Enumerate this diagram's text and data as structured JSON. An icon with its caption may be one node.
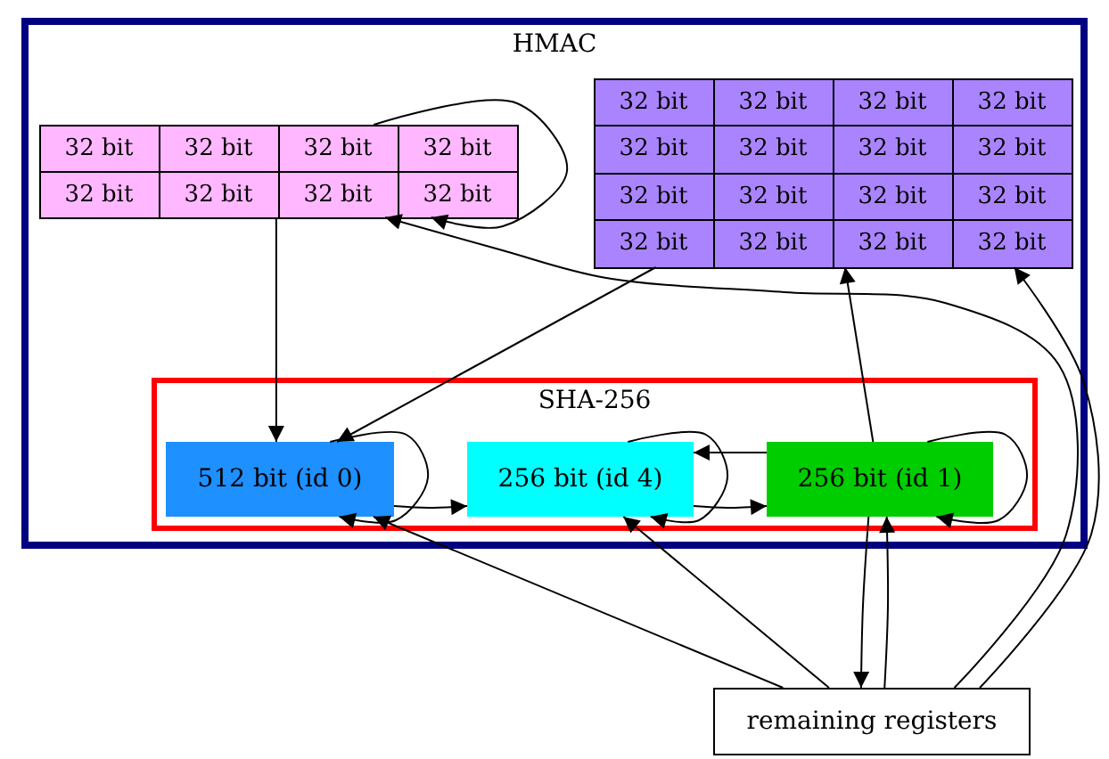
{
  "diagram": {
    "nodes": [
      {
        "text": [
          "HMAC"
        ]
      },
      {
        "text": [
          "32 bit",
          "32 bit",
          "32 bit",
          "32 bit",
          "32 bit",
          "32 bit",
          "32 bit",
          "32 bit"
        ],
        "in": 0
      },
      {
        "text": [
          "32 bit",
          "32 bit",
          "32 bit",
          "32 bit",
          "32 bit",
          "32 bit",
          "32 bit",
          "32 bit",
          "32 bit",
          "32 bit",
          "32 bit",
          "32 bit",
          "32 bit",
          "32 bit",
          "32 bit",
          "32 bit"
        ],
        "in": 0
      },
      {
        "text": [
          "SHA-256"
        ],
        "in": 0
      },
      {
        "text": [
          "512 bit (id 0)"
        ],
        "in": 3
      },
      {
        "text": [
          "256 bit (id 4)"
        ],
        "in": 3
      },
      {
        "text": [
          "256 bit (id 1)"
        ],
        "in": 3
      },
      {
        "text": [
          "remaining registers"
        ]
      }
    ],
    "edges": [
      {
        "from": 1,
        "to": 1,
        "arrow": "to"
      },
      {
        "from": 1,
        "to": 4,
        "arrow": "to"
      },
      {
        "from": 2,
        "to": 4,
        "arrow": "to"
      },
      {
        "from": 7,
        "to": 1,
        "arrow": "to"
      },
      {
        "from": 7,
        "to": 2,
        "arrow": "to"
      },
      {
        "from": 4,
        "to": 4,
        "arrow": "to"
      },
      {
        "from": 4,
        "to": 5,
        "arrow": "to"
      },
      {
        "from": 5,
        "to": 5,
        "arrow": "to"
      },
      {
        "from": 5,
        "to": 6,
        "arrow": "to"
      },
      {
        "from": 6,
        "to": 5,
        "arrow": "to"
      },
      {
        "from": 6,
        "to": 6,
        "arrow": "to"
      },
      {
        "from": 6,
        "to": 2,
        "arrow": "to"
      },
      {
        "from": 6,
        "to": 7,
        "arrow": "to"
      },
      {
        "from": 7,
        "to": 6,
        "arrow": "to"
      },
      {
        "from": 7,
        "to": 4,
        "arrow": "to"
      },
      {
        "from": 7,
        "to": 5,
        "arrow": "to"
      }
    ]
  }
}
